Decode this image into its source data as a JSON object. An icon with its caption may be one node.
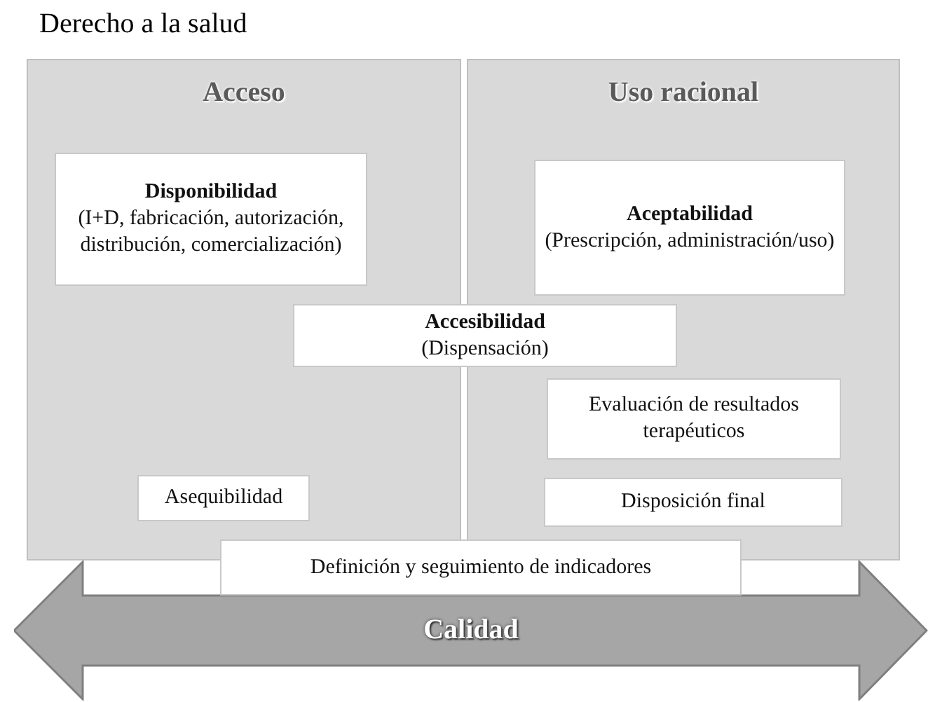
{
  "diagram": {
    "title": "Derecho a la salud",
    "nodes": [
      {
        "text": [
          "Acceso"
        ]
      },
      {
        "text": [
          "Uso racional"
        ]
      },
      {
        "text": [
          "Disponibilidad",
          "(I+D, fabricación, autorización, distribución, comercialización)"
        ],
        "in": 0
      },
      {
        "text": [
          "Aceptabilidad",
          "(Prescripción, administración/uso)"
        ],
        "in": 1
      },
      {
        "text": [
          "**Accesibilidad** (Dispensación)"
        ]
      },
      {
        "text": [
          "Evaluación de resultados terapéuticos"
        ],
        "in": 1
      },
      {
        "text": [
          "Asequibilidad"
        ],
        "in": 0
      },
      {
        "text": [
          "Disposición final"
        ],
        "in": 1
      },
      {
        "text": [
          "Definición y seguimiento de indicadores"
        ]
      },
      {
        "text": [
          "Calidad"
        ]
      }
    ]
  }
}
